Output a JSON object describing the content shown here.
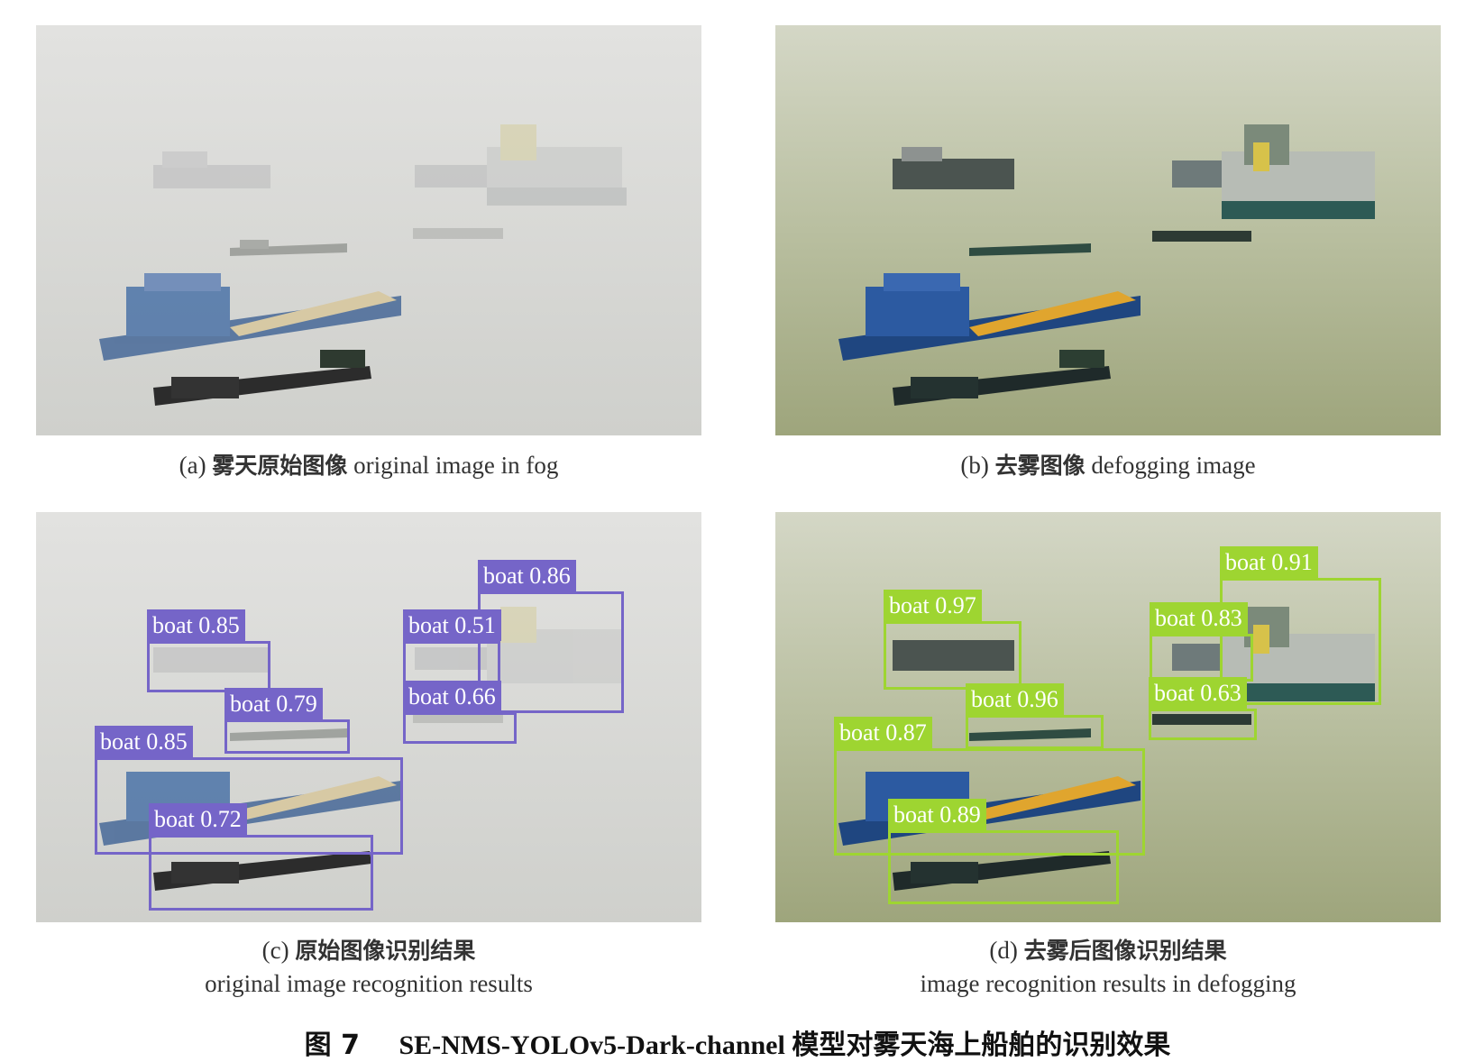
{
  "panels": {
    "a": {
      "letter": "(a)",
      "zh": "雾天原始图像",
      "en": "original image in fog"
    },
    "b": {
      "letter": "(b)",
      "zh": "去雾图像",
      "en": "defogging image"
    },
    "c": {
      "letter": "(c)",
      "zh": "原始图像识别结果",
      "en": "original image recognition results"
    },
    "d": {
      "letter": "(d)",
      "zh": "去雾后图像识别结果",
      "en": "image recognition results in defogging"
    }
  },
  "detections_c": [
    {
      "label": "boat 0.86"
    },
    {
      "label": "boat 0.85"
    },
    {
      "label": "boat 0.51"
    },
    {
      "label": "boat 0.79"
    },
    {
      "label": "boat 0.66"
    },
    {
      "label": "boat 0.85"
    },
    {
      "label": "boat 0.72"
    }
  ],
  "detections_d": [
    {
      "label": "boat 0.91"
    },
    {
      "label": "boat 0.97"
    },
    {
      "label": "boat 0.83"
    },
    {
      "label": "boat 0.96"
    },
    {
      "label": "boat 0.63"
    },
    {
      "label": "boat 0.87"
    },
    {
      "label": "boat 0.89"
    }
  ],
  "colors": {
    "purple_box": "#7565c8",
    "green_box": "#9ed531"
  },
  "figure": {
    "number": "图 7",
    "model": "SE-NMS-YOLOv5-Dark-channel",
    "desc": "模型对雾天海上船舶的识别效果"
  }
}
